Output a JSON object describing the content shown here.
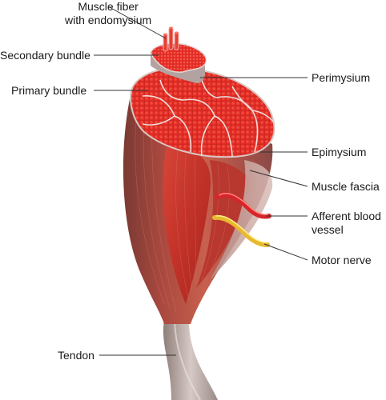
{
  "diagram": {
    "labels": {
      "muscle_fiber": [
        "Muscle fiber",
        "with endomysium"
      ],
      "secondary_bundle": "Secondary bundle",
      "primary_bundle": "Primary bundle",
      "perimysium": "Perimysium",
      "epimysium": "Epimysium",
      "muscle_fascia": "Muscle fascia",
      "afferent_blood_vessel": [
        "Afferent blood",
        "vessel"
      ],
      "motor_nerve": "Motor nerve",
      "tendon": "Tendon"
    },
    "colors": {
      "muscle_red": "#c8342a",
      "fiber_red": "#e8302a",
      "sheath_pink": "#c9a8a0",
      "tendon_grey": "#b9aaa6",
      "vessel_red": "#d8242a",
      "nerve_yellow": "#f2d24a",
      "leader_line": "#333333"
    }
  }
}
